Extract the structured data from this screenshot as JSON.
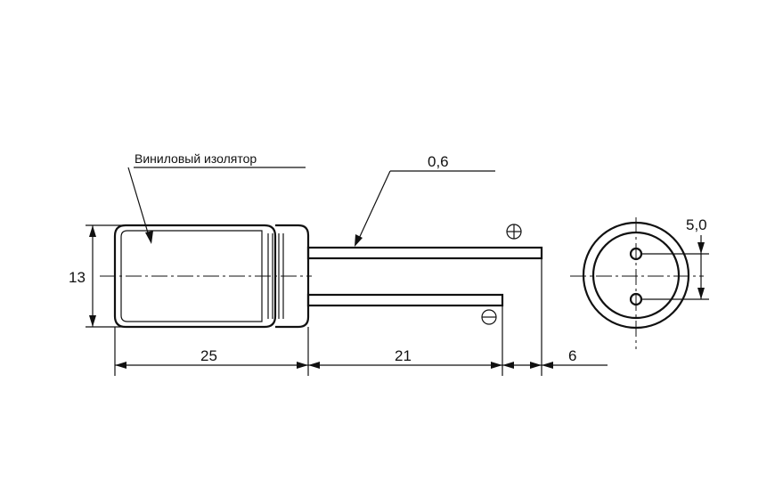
{
  "labels": {
    "insulator": "Виниловый изолятор",
    "lead_diameter": "0,6",
    "body_diameter": "13",
    "body_length": "25",
    "lead_length": "21",
    "lead_offset": "6",
    "lead_spacing": "5,0",
    "polarity_plus": "⊕",
    "polarity_minus": "⊖"
  }
}
